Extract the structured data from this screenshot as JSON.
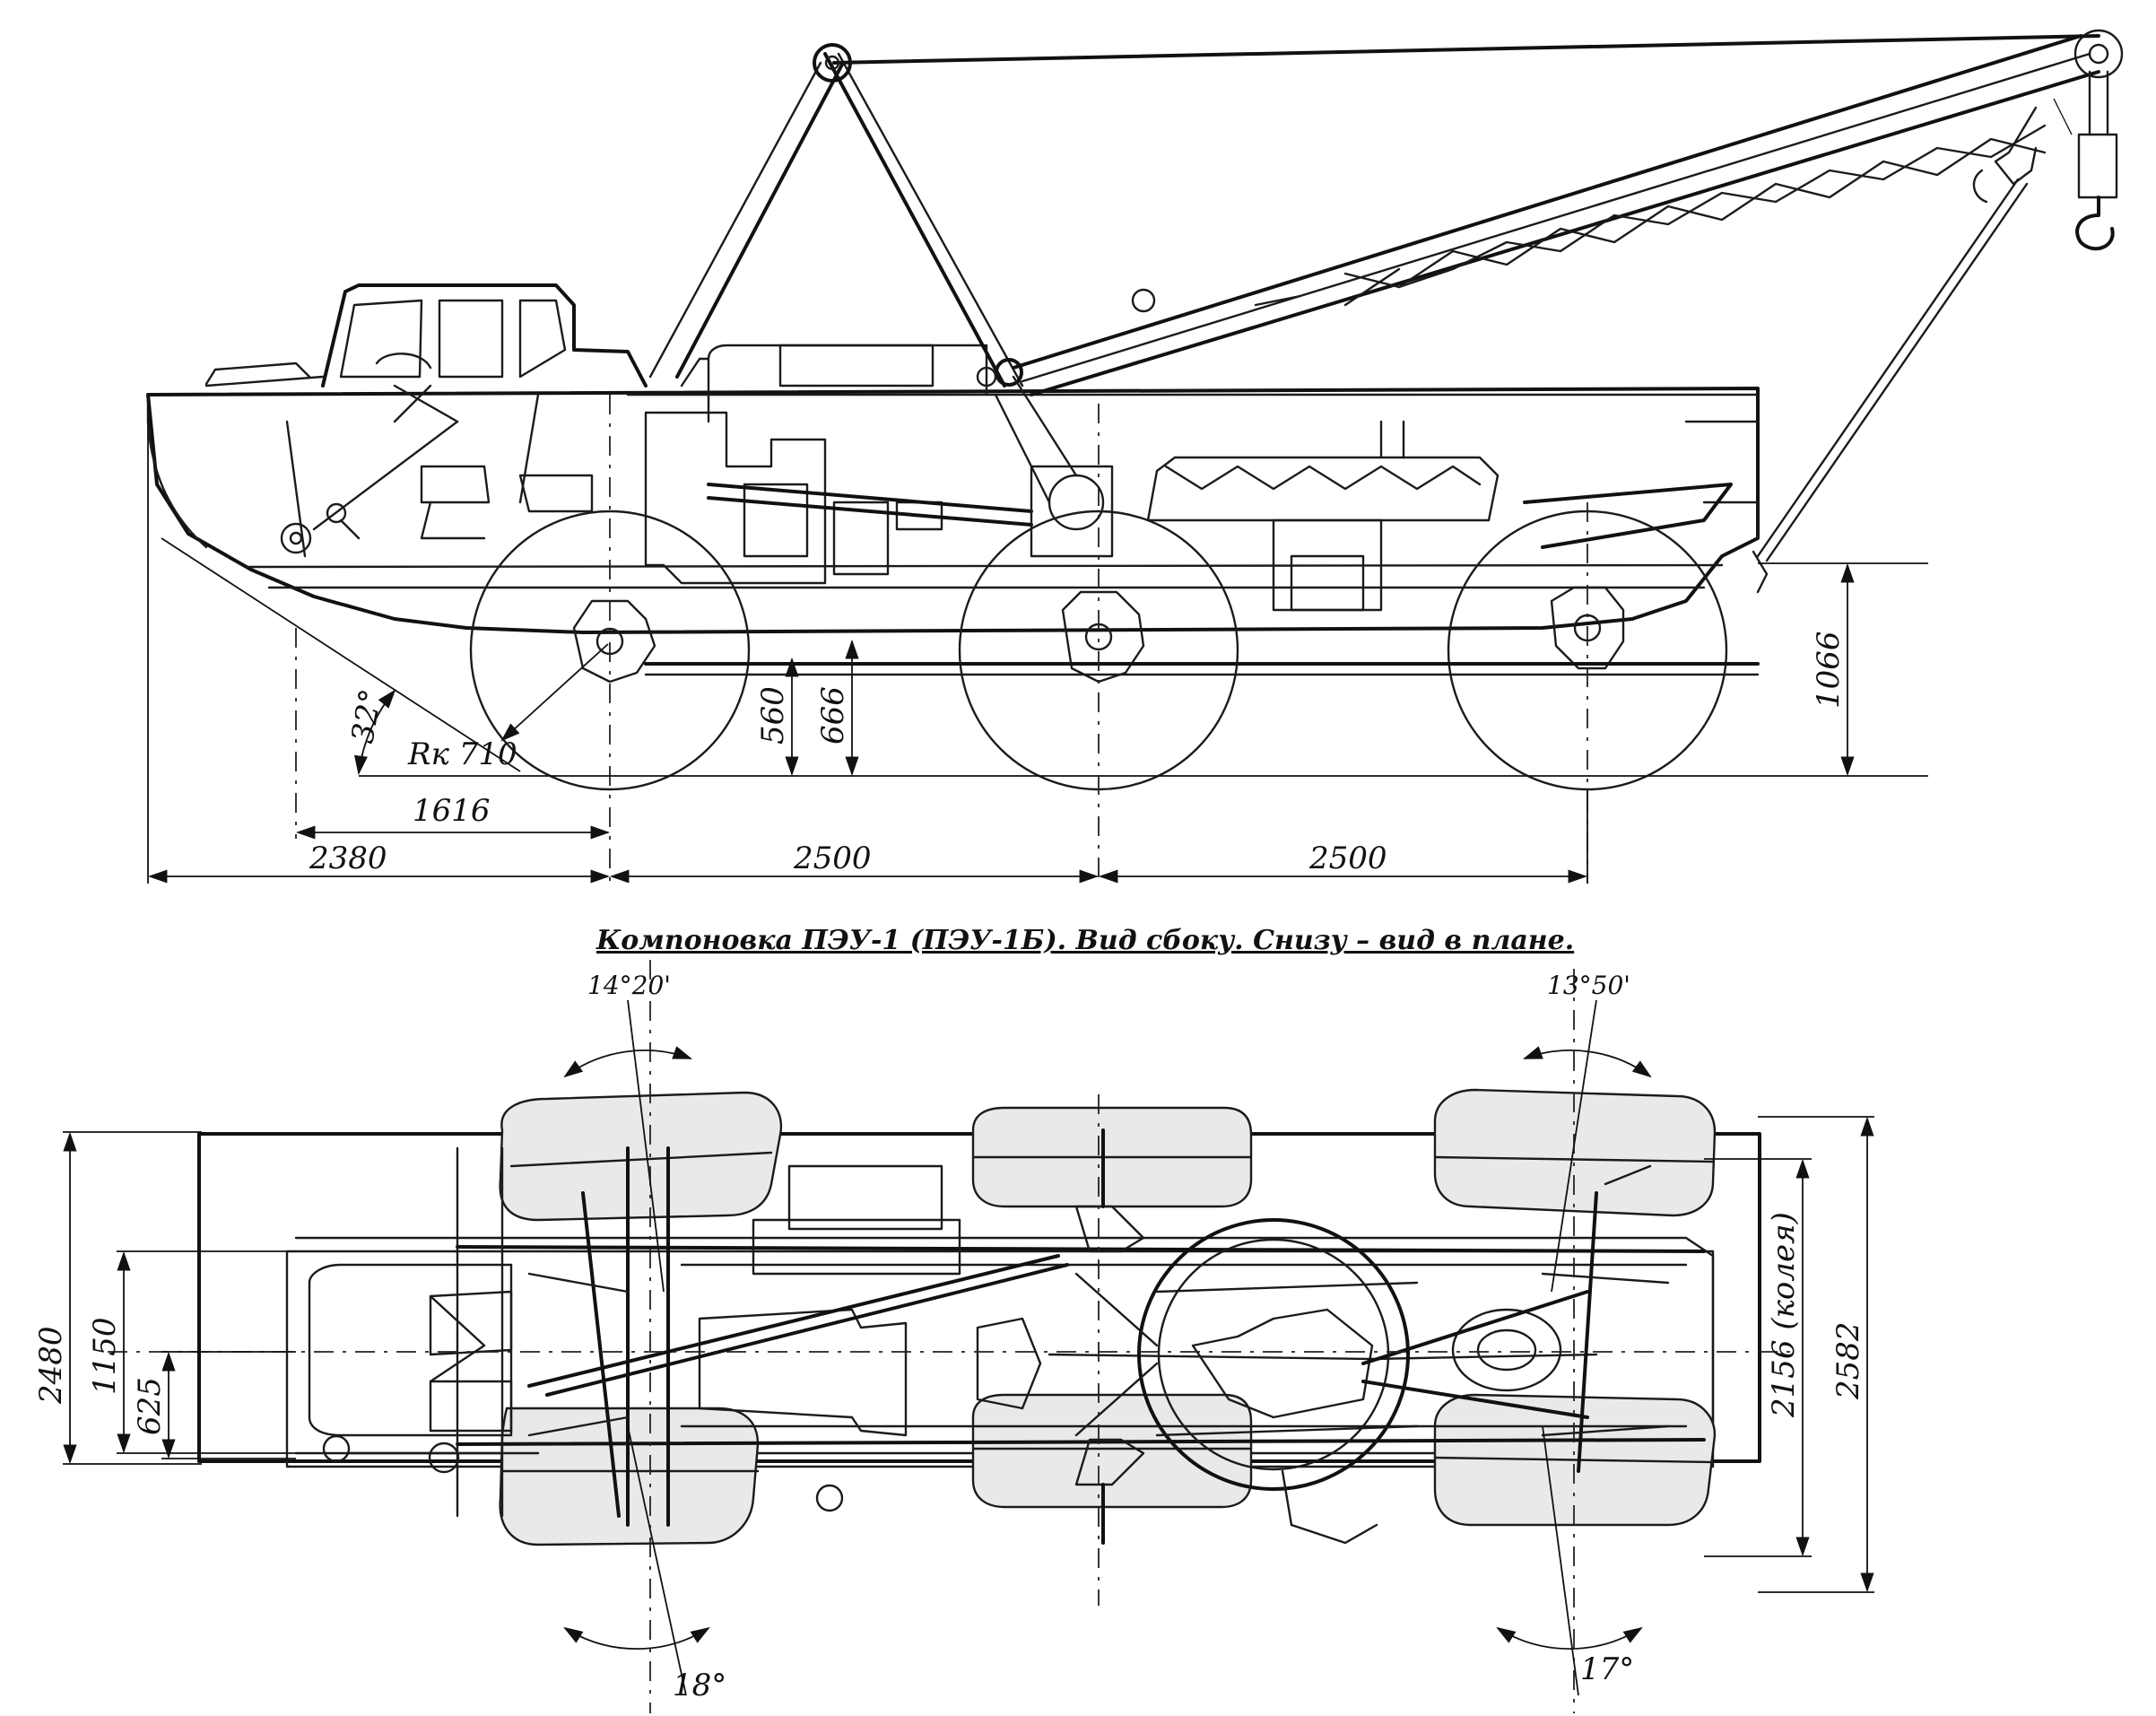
{
  "caption": "Компоновка ПЭУ-1 (ПЭУ-1Б). Вид сбоку. Снизу – вид в плане.",
  "side_view": {
    "dimensions": {
      "front_overhang": "2380",
      "approach_length": "1616",
      "wheelbase_1": "2500",
      "wheelbase_2": "2500",
      "height_560": "560",
      "height_666": "666",
      "height_1066": "1066",
      "wheel_radius": "Rк 710",
      "approach_angle": "32°"
    }
  },
  "plan_view": {
    "dimensions": {
      "front_angle_left": "14°20'",
      "front_angle_right": "13°50'",
      "rear_angle_left": "18°",
      "rear_angle_right": "17°",
      "overall_width": "2480",
      "width_1150": "1150",
      "width_625": "625",
      "track": "2156 (колея)",
      "width_2582": "2582"
    }
  }
}
